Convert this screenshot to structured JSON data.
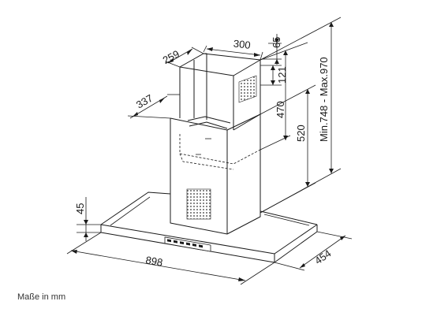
{
  "dimensions": {
    "chimney_depth": "259",
    "chimney_width": "300",
    "top_offset": "65",
    "vent_height": "121",
    "side_width": "337",
    "upper_chimney_height": "470",
    "lower_chimney_height": "520",
    "total_height": "Min.748 - Max.970",
    "canopy_height": "45",
    "canopy_width": "898",
    "canopy_depth": "454"
  },
  "footnote": "Maße in mm"
}
